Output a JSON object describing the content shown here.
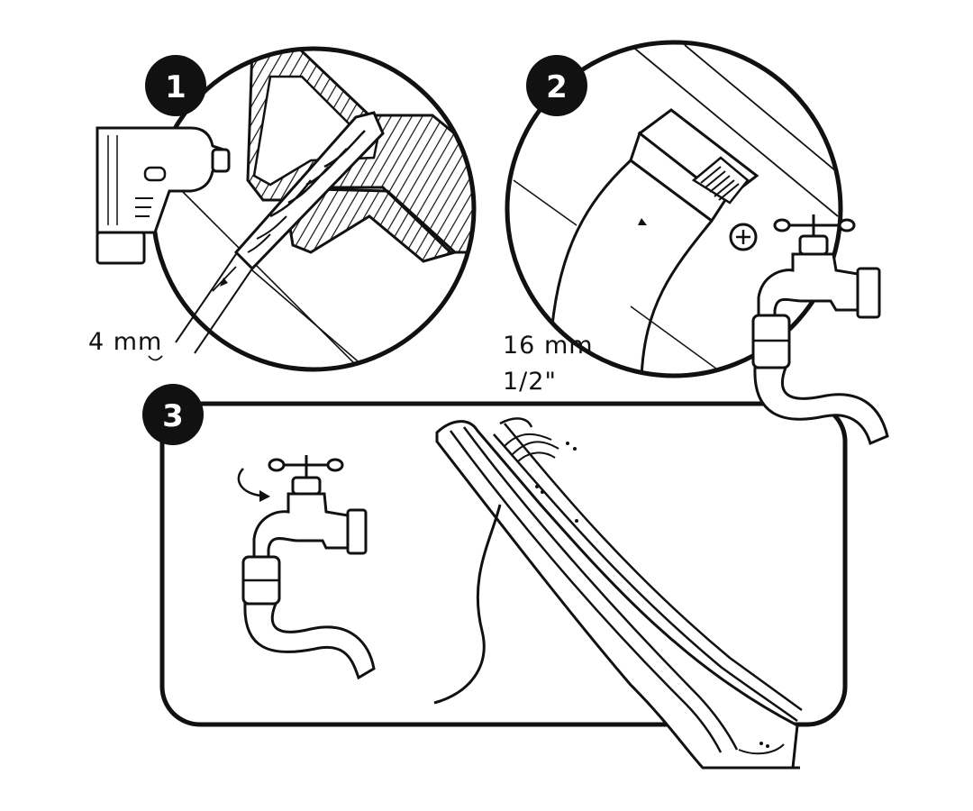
{
  "steps": [
    {
      "number": "1",
      "measurement": "4 mm"
    },
    {
      "number": "2",
      "measurement": "16 mm",
      "measurement_alt": "1/2\""
    },
    {
      "number": "3"
    }
  ],
  "colors": {
    "ink": "#111111",
    "paper": "#ffffff"
  },
  "icons": [
    "drill-icon",
    "drill-bit-icon",
    "hose-connector-icon",
    "screw-icon",
    "tap-icon",
    "hose-icon",
    "slide-icon",
    "water-spray-icon",
    "rotate-arrow-icon"
  ]
}
